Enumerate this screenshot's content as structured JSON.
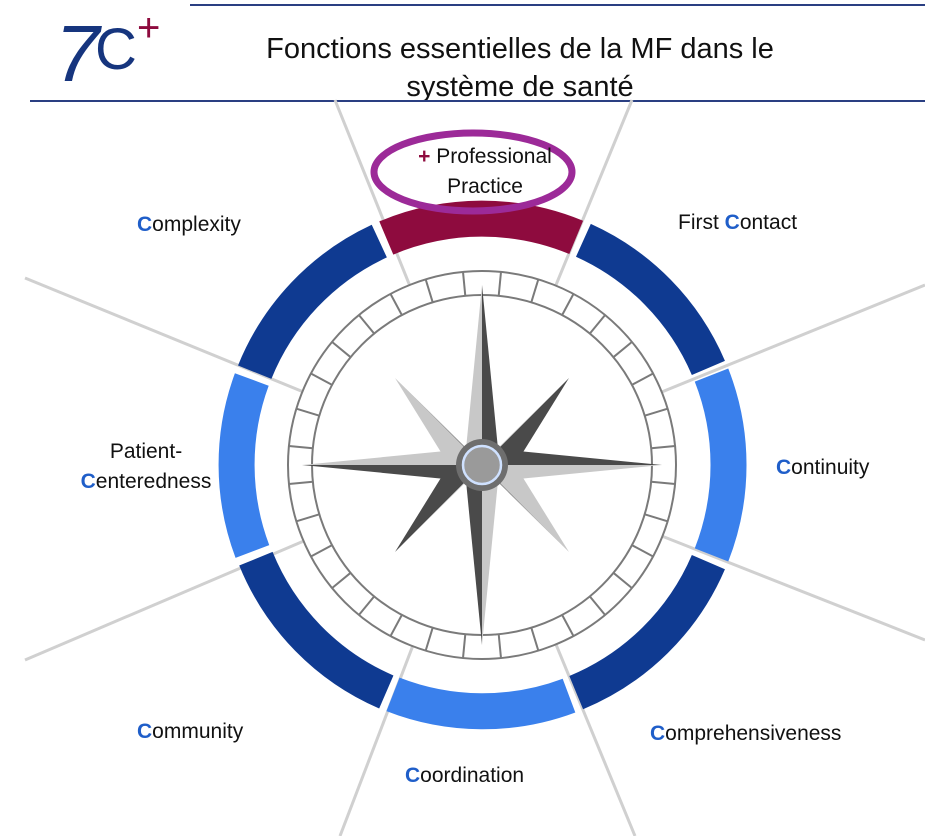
{
  "header": {
    "logo": {
      "main": "7C",
      "plus": "+"
    },
    "title_line1": "Fonctions essentielles de la MF dans le",
    "title_line2": "système de santé"
  },
  "labels": {
    "professional_plus": "+",
    "professional_line1": "Professional",
    "professional_line2": "Practice",
    "first_contact_pre": "First ",
    "first_contact_c": "C",
    "first_contact_rest": "ontact",
    "continuity_c": "C",
    "continuity_rest": "ontinuity",
    "comprehensiveness_c": "C",
    "comprehensiveness_rest": "omprehensiveness",
    "coordination_c": "C",
    "coordination_rest": "oordination",
    "community_c": "C",
    "community_rest": "ommunity",
    "patient_line1": "Patient-",
    "patient_c": "C",
    "patient_rest": "enteredness",
    "complexity_c": "C",
    "complexity_rest": "omplexity"
  },
  "colors": {
    "navy": "#0f3a91",
    "light_blue": "#3a80ec",
    "crimson": "#8e0b3e",
    "highlight_ellipse": "#9c2a98",
    "star_dark": "#4a4a4a",
    "star_light": "#c8c8c8"
  },
  "icons": [
    "compass-rose-icon",
    "highlight-ellipse-icon"
  ]
}
